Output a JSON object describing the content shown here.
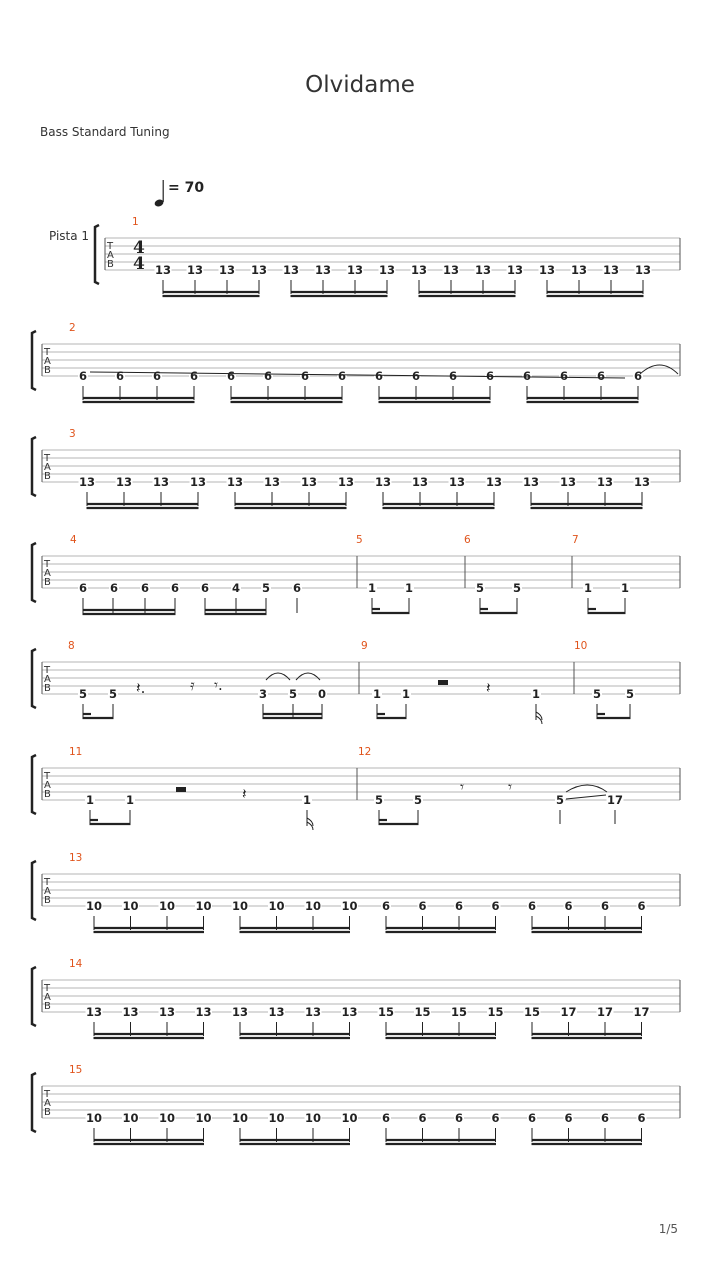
{
  "title": "Olvidame",
  "tuning": "Bass Standard Tuning",
  "tempo": {
    "icon": "quarter-note-icon",
    "label": "= 70"
  },
  "track_name": "Pista 1",
  "time_signature": [
    "4",
    "4"
  ],
  "page_number": "1/5",
  "colors": {
    "measure_number": "#e0541c",
    "staff_line": "#b4b4b4",
    "ink": "#222222"
  },
  "tab_labels": [
    "T",
    "A",
    "B"
  ],
  "systems": [
    {
      "measures": [
        {
          "number": "1",
          "frets": [
            "13",
            "13",
            "13",
            "13",
            "13",
            "13",
            "13",
            "13",
            "13",
            "13",
            "13",
            "13",
            "13",
            "13",
            "13",
            "13"
          ]
        }
      ]
    },
    {
      "measures": [
        {
          "number": "2",
          "frets": [
            "6",
            "6",
            "6",
            "6",
            "6",
            "6",
            "6",
            "6",
            "6",
            "6",
            "6",
            "6",
            "6",
            "6",
            "6",
            "6"
          ]
        }
      ]
    },
    {
      "measures": [
        {
          "number": "3",
          "frets": [
            "13",
            "13",
            "13",
            "13",
            "13",
            "13",
            "13",
            "13",
            "13",
            "13",
            "13",
            "13",
            "13",
            "13",
            "13",
            "13"
          ]
        }
      ]
    },
    {
      "measures": [
        {
          "number": "4",
          "frets": [
            "6",
            "6",
            "6",
            "6",
            "6",
            "4",
            "5",
            "6"
          ]
        },
        {
          "number": "5",
          "frets": [
            "1",
            "1"
          ]
        },
        {
          "number": "6",
          "frets": [
            "5",
            "5"
          ]
        },
        {
          "number": "7",
          "frets": [
            "1",
            "1"
          ]
        }
      ]
    },
    {
      "measures": [
        {
          "number": "8",
          "frets": [
            "5",
            "5",
            "3",
            "5",
            "0"
          ]
        },
        {
          "number": "9",
          "frets": [
            "1",
            "1",
            "1"
          ]
        },
        {
          "number": "10",
          "frets": [
            "5",
            "5"
          ]
        }
      ]
    },
    {
      "measures": [
        {
          "number": "11",
          "frets": [
            "1",
            "1",
            "1"
          ]
        },
        {
          "number": "12",
          "frets": [
            "5",
            "5",
            "5",
            "17"
          ]
        }
      ]
    },
    {
      "measures": [
        {
          "number": "13",
          "frets": [
            "10",
            "10",
            "10",
            "10",
            "10",
            "10",
            "10",
            "10",
            "6",
            "6",
            "6",
            "6",
            "6",
            "6",
            "6",
            "6"
          ]
        }
      ]
    },
    {
      "measures": [
        {
          "number": "14",
          "frets": [
            "13",
            "13",
            "13",
            "13",
            "13",
            "13",
            "13",
            "13",
            "15",
            "15",
            "15",
            "15",
            "15",
            "17",
            "17",
            "17"
          ]
        }
      ]
    },
    {
      "measures": [
        {
          "number": "15",
          "frets": [
            "10",
            "10",
            "10",
            "10",
            "10",
            "10",
            "10",
            "10",
            "6",
            "6",
            "6",
            "6",
            "6",
            "6",
            "6",
            "6"
          ]
        }
      ]
    }
  ]
}
